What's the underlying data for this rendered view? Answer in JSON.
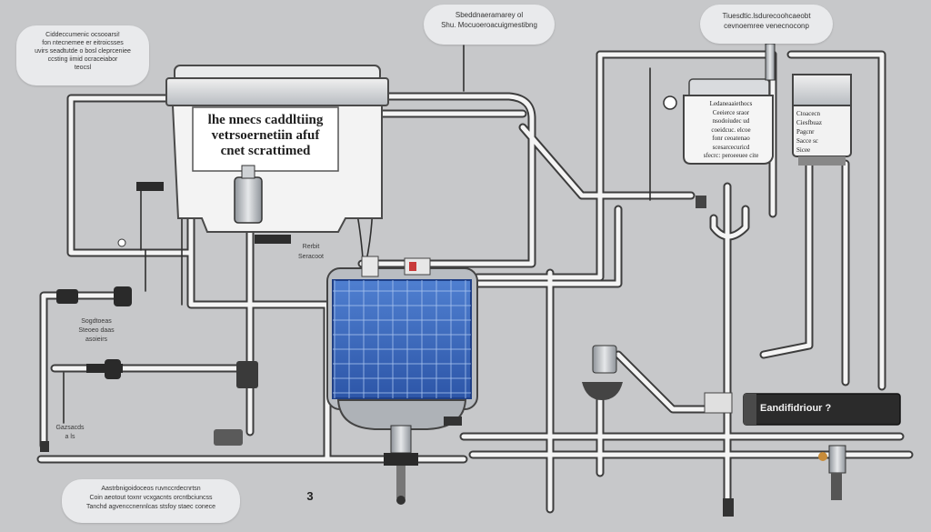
{
  "callouts": {
    "top_left": [
      "Ciddeccumenic ocsooarsi!",
      "fon ntecnemee er eitroicsses",
      "uvirs seadtutde o bosl cleprceniee",
      "ccsting iimid ocraceiabor",
      "teocsl"
    ],
    "top_center": [
      "Sbeddnaeramarey ol",
      "Shu. Mocuoeroacuigmestibng"
    ],
    "top_right": [
      "Tiuesdtic.lsdurecoohcaeobt",
      "cevnoemree venecnoconp"
    ],
    "bottom_left": [
      "Aastrbnigoidoceos ruvnccrdecnrtsn",
      "Coin aeotout toxnr vcxgacnts orcntbciuncss",
      "Tanchd agvenccnennlcas stsfoy staec conece"
    ]
  },
  "main_tank": {
    "title_lines": [
      "lhe nnecs caddltiing",
      "vetrsoernetiin afuf",
      "cnet scrattimed"
    ]
  },
  "labels": {
    "upper_mid": [
      "Rerbit",
      "Seracoot"
    ],
    "left_mid": [
      "Sogdtoeas",
      "Steoeo daas",
      "asoieirs"
    ],
    "left_low": [
      "Gazsacds",
      "a ls"
    ],
    "page_number": "3"
  },
  "right_box": {
    "lines": [
      "Ledaneaaiethocs",
      "Ceeierce sraor",
      "nsodoiudec ud",
      "coeidcuc. elcoe",
      "fonr ceoatenao",
      "scesarcecuricd",
      "sfecrc: peroeeuee cite"
    ]
  },
  "right_small": {
    "lines": [
      "Ctoacecn",
      "Ciesfbuaz",
      "Pagcnr",
      "Sacce sc",
      "Sicee"
    ]
  },
  "filter_label": "Eandifidriour ?",
  "colors": {
    "background": "#c7c8ca",
    "pipe": "#f2f2f2",
    "pipe_outline": "#4a4a4a",
    "panel_blue": "#3b66b8",
    "panel_dark": "#1f3f86",
    "filter_body": "#2b2b2b",
    "tank_gray": "#9aa0a7"
  }
}
